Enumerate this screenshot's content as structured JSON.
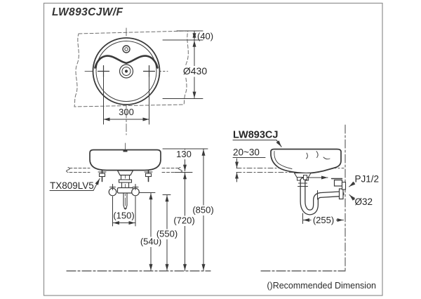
{
  "title": "LW893CJW/F",
  "note": "()Recommended Dimension",
  "top_view": {
    "back_gap": "(40)",
    "bowl_diameter": "Ø430",
    "hole_spacing": "300"
  },
  "front_view": {
    "fitting_label": "TX809LV5",
    "rim_to_counter": "130",
    "bracket_pitch": "(150)",
    "height_540": "(540)",
    "height_550": "(550)",
    "height_720": "(720)",
    "height_850": "(850)"
  },
  "side_view": {
    "model_label": "LW893CJ",
    "counter_thickness": "20~30",
    "supply_joint": "PJ1/2",
    "drain_diameter": "Ø32",
    "trap_to_wall": "(255)"
  }
}
